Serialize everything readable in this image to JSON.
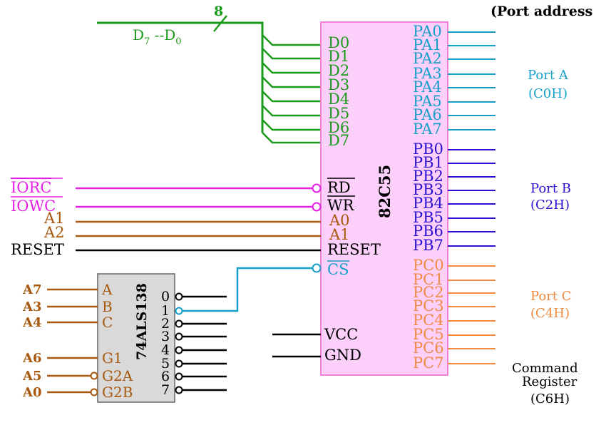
{
  "header": {
    "port_address_title": "(Port address"
  },
  "bus": {
    "width": "8",
    "data_label": "D",
    "sub_hi": "7",
    "sep": " --D",
    "sub_lo": "0"
  },
  "ppi": {
    "name": "82C55",
    "data_pins": [
      "D0",
      "D1",
      "D2",
      "D3",
      "D4",
      "D5",
      "D6",
      "D7"
    ],
    "control_pins": {
      "rd": "RD",
      "wr": "WR",
      "a0": "A0",
      "a1": "A1",
      "reset": "RESET",
      "cs": "CS"
    },
    "power_pins": {
      "vcc": "VCC",
      "gnd": "GND"
    },
    "port_a_pins": [
      "PA0",
      "PA1",
      "PA2",
      "PA3",
      "PA4",
      "PA5",
      "PA6",
      "PA7"
    ],
    "port_b_pins": [
      "PB0",
      "PB1",
      "PB2",
      "PB3",
      "PB4",
      "PB5",
      "PB6",
      "PB7"
    ],
    "port_c_pins": [
      "PC0",
      "PC1",
      "PC2",
      "PC3",
      "PC4",
      "PC5",
      "PC6",
      "PC7"
    ]
  },
  "signals": {
    "iorc": "IORC",
    "iowc": "IOWC",
    "a1": "A1",
    "a2": "A2",
    "reset": "RESET"
  },
  "decoder": {
    "name": "74ALS138",
    "inputs": [
      "A",
      "B",
      "C",
      "G1",
      "G2A",
      "G2B"
    ],
    "input_signals": [
      "A7",
      "A3",
      "A4",
      "A6",
      "A5",
      "A0"
    ],
    "outputs": [
      "0",
      "1",
      "2",
      "3",
      "4",
      "5",
      "6",
      "7"
    ]
  },
  "ports": {
    "a": {
      "label": "Port A",
      "address": "(C0H)"
    },
    "b": {
      "label": "Port B",
      "address": "(C2H)"
    },
    "c": {
      "label": "Port C",
      "address": "(C4H)"
    },
    "cmd": {
      "label1": "Command",
      "label2": "Register",
      "address": "(C6H)"
    }
  },
  "colors": {
    "green": "#1a9a1a",
    "magenta": "#e620e6",
    "brown": "#a8580c",
    "cyan": "#14a0c8",
    "blue": "#2a10d0",
    "orange": "#f08a40",
    "black": "#000000",
    "chip_fill": "#fdd0fb",
    "chip_stroke": "#ee80d8",
    "decoder_fill": "#d9d9d9"
  }
}
